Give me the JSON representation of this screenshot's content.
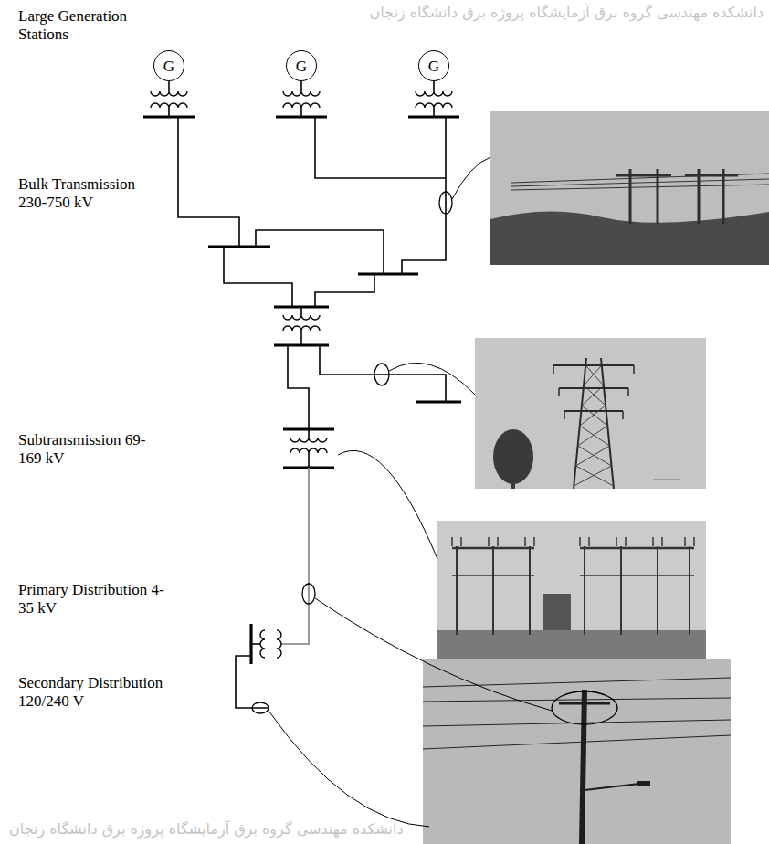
{
  "diagram": {
    "nodes": [
      {
        "text": [
          "G"
        ]
      },
      {
        "text": [
          "G"
        ]
      },
      {
        "text": [
          "G"
        ]
      }
    ],
    "labels": [
      "Large Generation Stations",
      "Bulk Transmission 230-750 kV",
      "Subtransmission 69-169 kV",
      "Primary Distribution 4-35 kV",
      "Secondary Distribution 120/240 V",
      "دانشکده مهندسی گروه برق آزمایشگاه پروژه برق دانشگاه زنجان",
      "دانشکده مهندسی گروه برق آزمایشگاه پروژه برق دانشگاه زنجان"
    ]
  }
}
